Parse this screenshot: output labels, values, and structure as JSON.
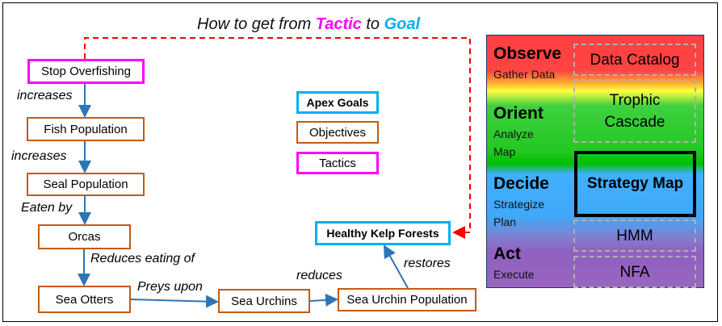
{
  "title": {
    "prefix": "How to get from ",
    "tactic": "Tactic",
    "middle": " to ",
    "goal": "Goal"
  },
  "legend": {
    "apex_goals": "Apex Goals",
    "objectives": "Objectives",
    "tactics": "Tactics"
  },
  "nodes": {
    "stop_overfishing": "Stop Overfishing",
    "fish_population": "Fish Population",
    "seal_population": "Seal Population",
    "orcas": "Orcas",
    "sea_otters": "Sea Otters",
    "sea_urchins": "Sea Urchins",
    "sea_urchin_population": "Sea Urchin Population",
    "healthy_kelp_forests": "Healthy Kelp Forests"
  },
  "edges": {
    "e1": "increases",
    "e2": "increases",
    "e3": "Eaten by",
    "e4": "Reduces eating of",
    "e5": "Preys upon",
    "e6": "reduces",
    "e7": "restores"
  },
  "ooda": {
    "observe": {
      "title": "Observe",
      "sub": [
        "Gather Data"
      ]
    },
    "orient": {
      "title": "Orient",
      "sub": [
        "Analyze",
        "Map"
      ]
    },
    "decide": {
      "title": "Decide",
      "sub": [
        "Strategize",
        "Plan"
      ]
    },
    "act": {
      "title": "Act",
      "sub": [
        "Execute"
      ]
    },
    "boxes": {
      "data_catalog": "Data Catalog",
      "trophic_1": "Trophic",
      "trophic_2": "Cascade",
      "strategy_map": "Strategy Map",
      "hmm": "HMM",
      "nfa": "NFA"
    }
  },
  "colors": {
    "tactic": "#ff00ff",
    "objective": "#c55a11",
    "goal": "#00b0f0",
    "arrow": "#2e75b6",
    "path": "#ff0000"
  }
}
